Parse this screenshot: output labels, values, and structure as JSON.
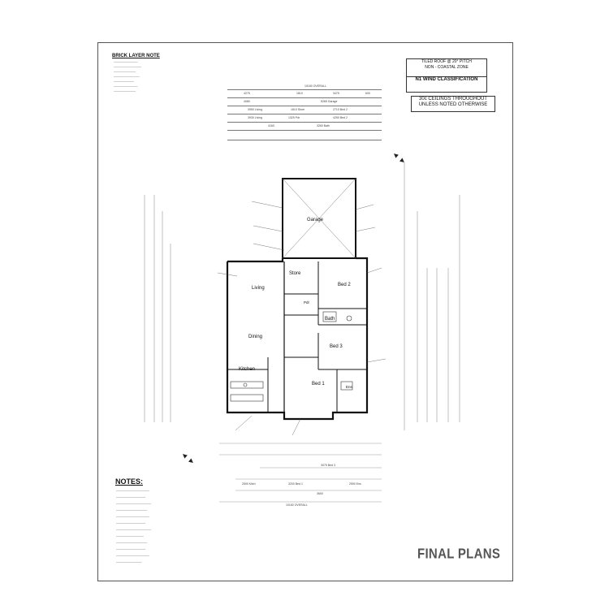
{
  "brick_note": {
    "title": "BRICK LAYER NOTE"
  },
  "stamps": {
    "roof_line1": "TILED ROOF @ 20° PITCH",
    "roof_line2": "NON - COASTAL ZONE",
    "wind": "N1 WIND CLASSIFICATION",
    "ceiling_line1": "30c CEILINGS THROUGHOUT",
    "ceiling_line2": "UNLESS NOTED OTHERWISE"
  },
  "dimensions": {
    "top_overall": "10160 OVERALL",
    "bottom_overall": "10160 OVERALL",
    "top_row1": [
      "4275",
      "1810",
      "3475",
      "600"
    ],
    "top_row2": [
      "4080",
      "5265 Garage"
    ],
    "top_row3": [
      "3950 Living",
      "1610 Store",
      "2710 Bed 2"
    ],
    "top_row4": [
      "3930 Living",
      "1325 Pdr",
      "4250 Bed 2"
    ],
    "top_row5": [
      "4160",
      "3260 Bath"
    ],
    "bot_row1": [
      "3075 Bed 3"
    ],
    "bot_row2": [
      "2590 Kitch",
      "3200 Bed 1",
      "2590 Ens"
    ],
    "bot_row3": [
      "3600"
    ]
  },
  "rooms": {
    "garage": "Garage",
    "store": "Store",
    "living": "Living",
    "bed2": "Bed 2",
    "pdr": "Pdr",
    "bath": "Bath",
    "dining": "Dining",
    "bed3": "Bed 3",
    "kitchen": "Kitchen",
    "bed1": "Bed 1",
    "ens": "Ens"
  },
  "notes": {
    "title": "NOTES:"
  },
  "final_label": "FINAL PLANS"
}
